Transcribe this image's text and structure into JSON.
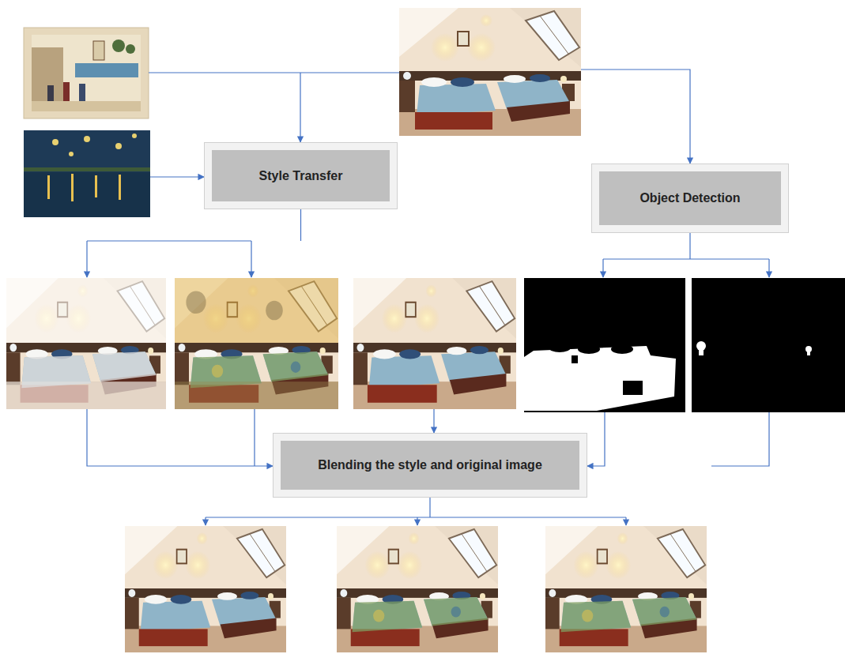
{
  "diagram": {
    "nodes": [
      {
        "text": [
          "Style Transfer"
        ]
      },
      {
        "text": [
          "Object Detection"
        ]
      },
      {
        "text": [
          "Blending the style and original image"
        ]
      }
    ]
  }
}
